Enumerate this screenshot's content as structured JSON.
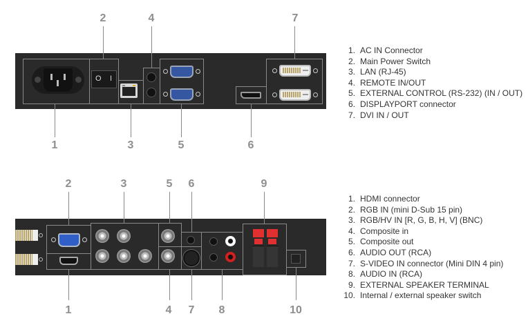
{
  "top_panel": {
    "callouts": [
      "1",
      "2",
      "3",
      "4",
      "5",
      "6",
      "7"
    ],
    "switch_labels": [
      "O",
      "I"
    ],
    "legend": [
      {
        "n": "1.",
        "text": "AC IN Connector"
      },
      {
        "n": "2.",
        "text": "Main Power Switch"
      },
      {
        "n": "3.",
        "text": "LAN (RJ-45)"
      },
      {
        "n": "4.",
        "text": "REMOTE IN/OUT"
      },
      {
        "n": "5.",
        "text": "EXTERNAL CONTROL (RS-232) (IN / OUT)"
      },
      {
        "n": "6.",
        "text": "DISPLAYPORT connector"
      },
      {
        "n": "7.",
        "text": "DVI IN / OUT"
      }
    ]
  },
  "bottom_panel": {
    "callouts": [
      "1",
      "2",
      "3",
      "4",
      "5",
      "6",
      "7",
      "8",
      "9",
      "10"
    ],
    "legend": [
      {
        "n": "1.",
        "text": "HDMI connector"
      },
      {
        "n": "2.",
        "text": "RGB IN (mini D-Sub 15 pin)"
      },
      {
        "n": "3.",
        "text": "RGB/HV IN [R, G, B, H, V] (BNC)"
      },
      {
        "n": "4.",
        "text": "Composite in"
      },
      {
        "n": "5.",
        "text": "Composite out"
      },
      {
        "n": "6.",
        "text": "AUDIO OUT (RCA)"
      },
      {
        "n": "7.",
        "text": "S-VIDEO IN connector (Mini DIN 4 pin)"
      },
      {
        "n": "8.",
        "text": "AUDIO IN (RCA)"
      },
      {
        "n": "9.",
        "text": "EXTERNAL SPEAKER TERMINAL"
      },
      {
        "n": "10.",
        "text": "Internal / external speaker switch"
      }
    ]
  },
  "colors": {
    "panel": "#2b2a2a",
    "callout": "#8e8e8e",
    "vga_blue": "#2f5fc7",
    "serial_blue": "#3556a0",
    "speaker_red": "#e03030",
    "rca_red": "#d42020"
  }
}
